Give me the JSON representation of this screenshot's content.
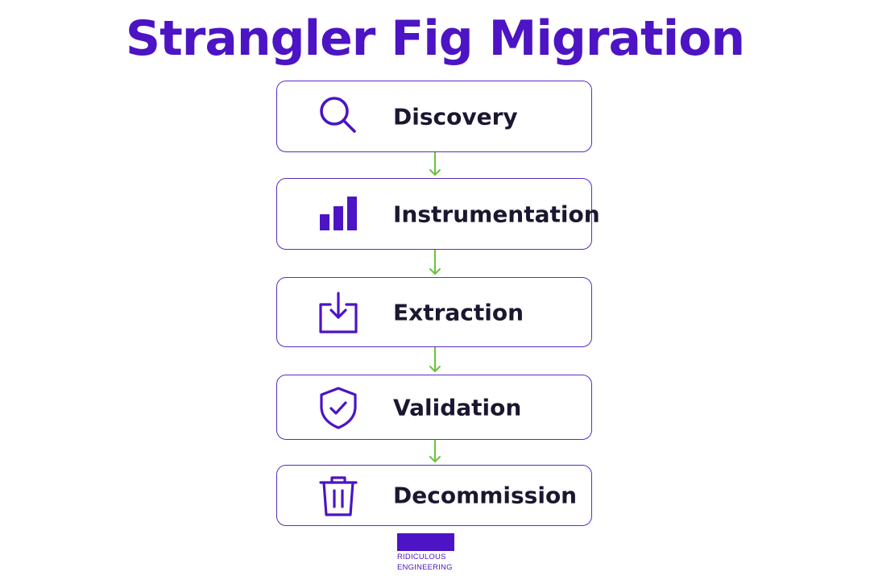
{
  "title": "Strangler Fig Migration",
  "accent_color": "#4c14c4",
  "arrow_color": "#6cc33a",
  "steps": [
    {
      "label": "Discovery",
      "icon": "search-icon"
    },
    {
      "label": "Instrumentation",
      "icon": "bar-chart-icon"
    },
    {
      "label": "Extraction",
      "icon": "download-tray-icon"
    },
    {
      "label": "Validation",
      "icon": "shield-check-icon"
    },
    {
      "label": "Decommission",
      "icon": "trash-icon"
    }
  ],
  "logo": {
    "line1": "RIDICULOUS",
    "line2": "ENGINEERING"
  }
}
